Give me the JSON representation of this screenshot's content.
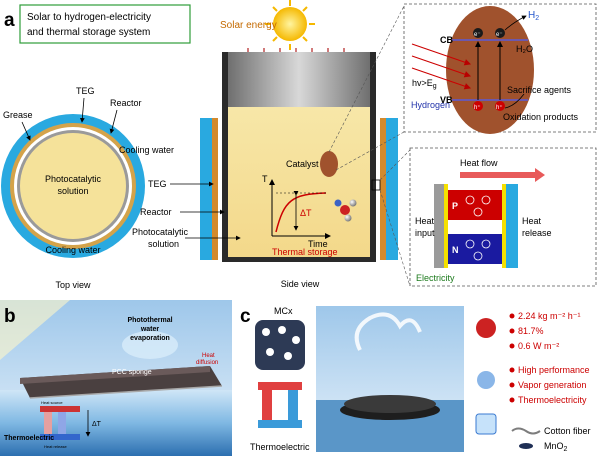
{
  "panel_a": {
    "label": "a",
    "title_line1": "Solar to hydrogen-electricity",
    "title_line2": "and thermal storage system",
    "top_view": {
      "teg": "TEG",
      "reactor": "Reactor",
      "grease": "Grease",
      "solution_line1": "Photocatalytic",
      "solution_line2": "solution",
      "cooling": "Cooling water",
      "caption": "Top view"
    },
    "side_view": {
      "solar": "Solar energy",
      "cooling": "Cooling water",
      "teg": "TEG",
      "reactor": "Reactor",
      "solution_line1": "Photocatalytic",
      "solution_line2": "solution",
      "catalyst": "Catalyst",
      "axis_t": "T",
      "axis_time": "Time",
      "delta": "ΔT",
      "thermal": "Thermal  storage",
      "caption": "Side view"
    },
    "hydrogen_box": {
      "h2": "H",
      "h2_sub": "2",
      "h2o": "H₂O",
      "cb": "CB",
      "vb": "VB",
      "hv": "hv>E",
      "hv_sub": "g",
      "e": "e⁻",
      "h": "h⁺",
      "sacrifice": "Sacrifice agents",
      "oxidation": "Oxidation products",
      "title": "Hydrogen"
    },
    "electricity_box": {
      "heat_flow": "Heat flow",
      "heat_input_line1": "Heat",
      "heat_input_line2": "input",
      "heat_release_line1": "Heat",
      "heat_release_line2": "release",
      "p": "P",
      "n": "N",
      "title": "Electricity"
    }
  },
  "panel_b": {
    "label": "b",
    "evap_line1": "Photothermal",
    "evap_line2": "water",
    "evap_line3": "evaporation",
    "sponge": "PCC sponge",
    "heat_line1": "Heat",
    "heat_line2": "diffusion",
    "thermo": "Thermoelectric",
    "dt": "ΔT",
    "heat_source": "Heat source",
    "heat_release": "Heat release"
  },
  "panel_c": {
    "label": "c",
    "mcx": "MCx",
    "thermo": "Thermoelectric",
    "stat1": "2.24 kg m⁻² h⁻¹",
    "stat2": "81.7%",
    "stat3": "0.6 W m⁻²",
    "feat1": "High performance",
    "feat2": "Vapor generation",
    "feat3": "Thermoelectricity",
    "legend1": "Cotton fiber",
    "legend2": "MnO",
    "legend2_sub": "2"
  },
  "colors": {
    "cooling": "#29a9e0",
    "solution": "#f5e29a",
    "catalyst": "#a0522d",
    "accent_red": "#cc0000",
    "green": "#1c7a1c"
  }
}
